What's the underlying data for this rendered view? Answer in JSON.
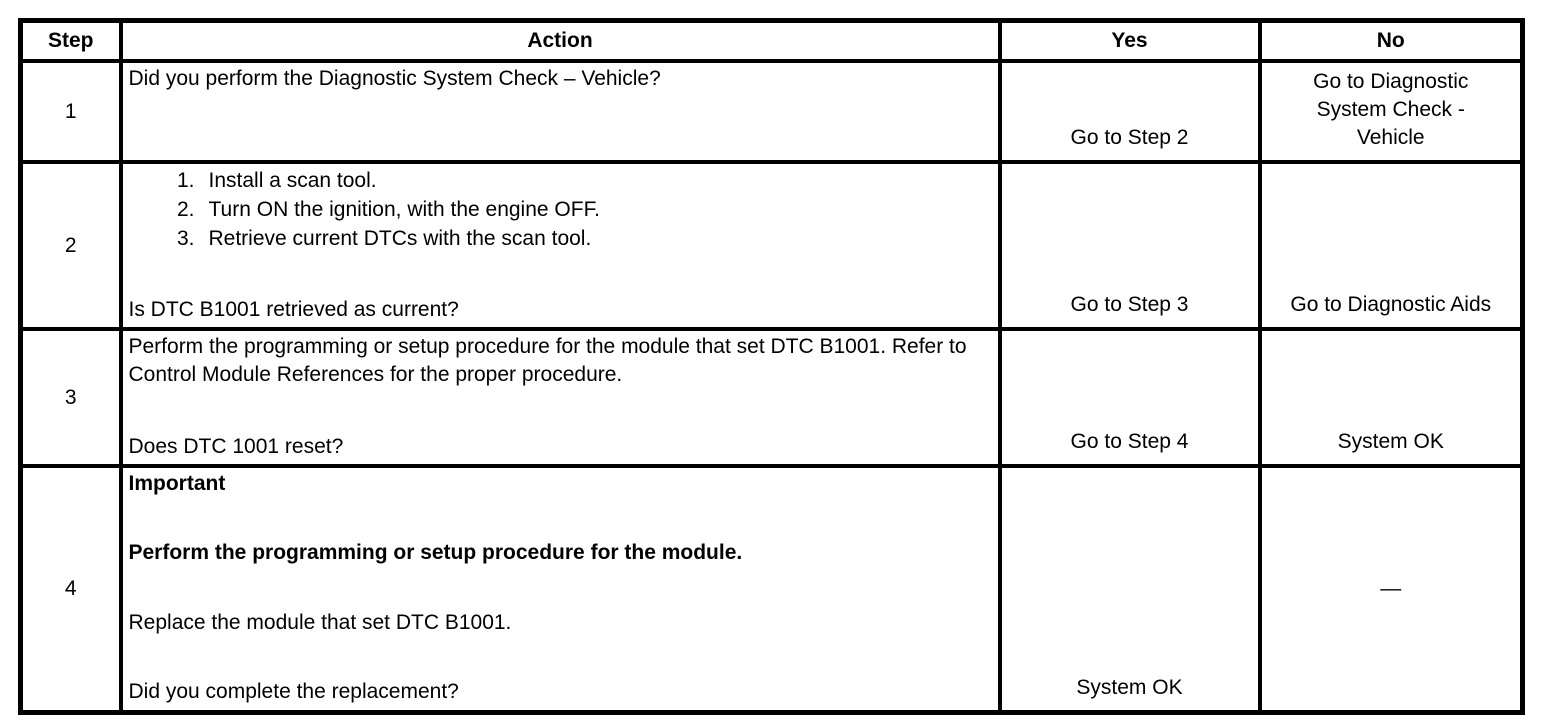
{
  "table": {
    "headers": {
      "step": "Step",
      "action": "Action",
      "yes": "Yes",
      "no": "No"
    },
    "rows": [
      {
        "step": "1",
        "action": "Did you perform the Diagnostic System Check – Vehicle?",
        "yes": "Go to Step 2",
        "no": "Go to Diagnostic System Check - Vehicle"
      },
      {
        "step": "2",
        "list": [
          {
            "num": "1.",
            "text": "Install a scan tool."
          },
          {
            "num": "2.",
            "text": "Turn ON the ignition, with the engine OFF."
          },
          {
            "num": "3.",
            "text": "Retrieve current DTCs with the scan tool."
          }
        ],
        "question": "Is DTC B1001 retrieved as current?",
        "yes": "Go to Step 3",
        "no": "Go to Diagnostic Aids"
      },
      {
        "step": "3",
        "action": "Perform the programming or setup procedure for the module that set DTC B1001. Refer to Control Module References for the proper procedure.",
        "question": "Does DTC 1001 reset?",
        "yes": "Go to Step 4",
        "no": "System OK"
      },
      {
        "step": "4",
        "important_label": "Important",
        "bold_instruction": "Perform the programming or setup procedure for the module.",
        "instruction": "Replace the module that set DTC B1001.",
        "question": "Did you complete the replacement?",
        "yes": "System OK",
        "no": "—"
      }
    ]
  },
  "colors": {
    "border": "#000000",
    "background": "#ffffff",
    "text": "#000000"
  }
}
